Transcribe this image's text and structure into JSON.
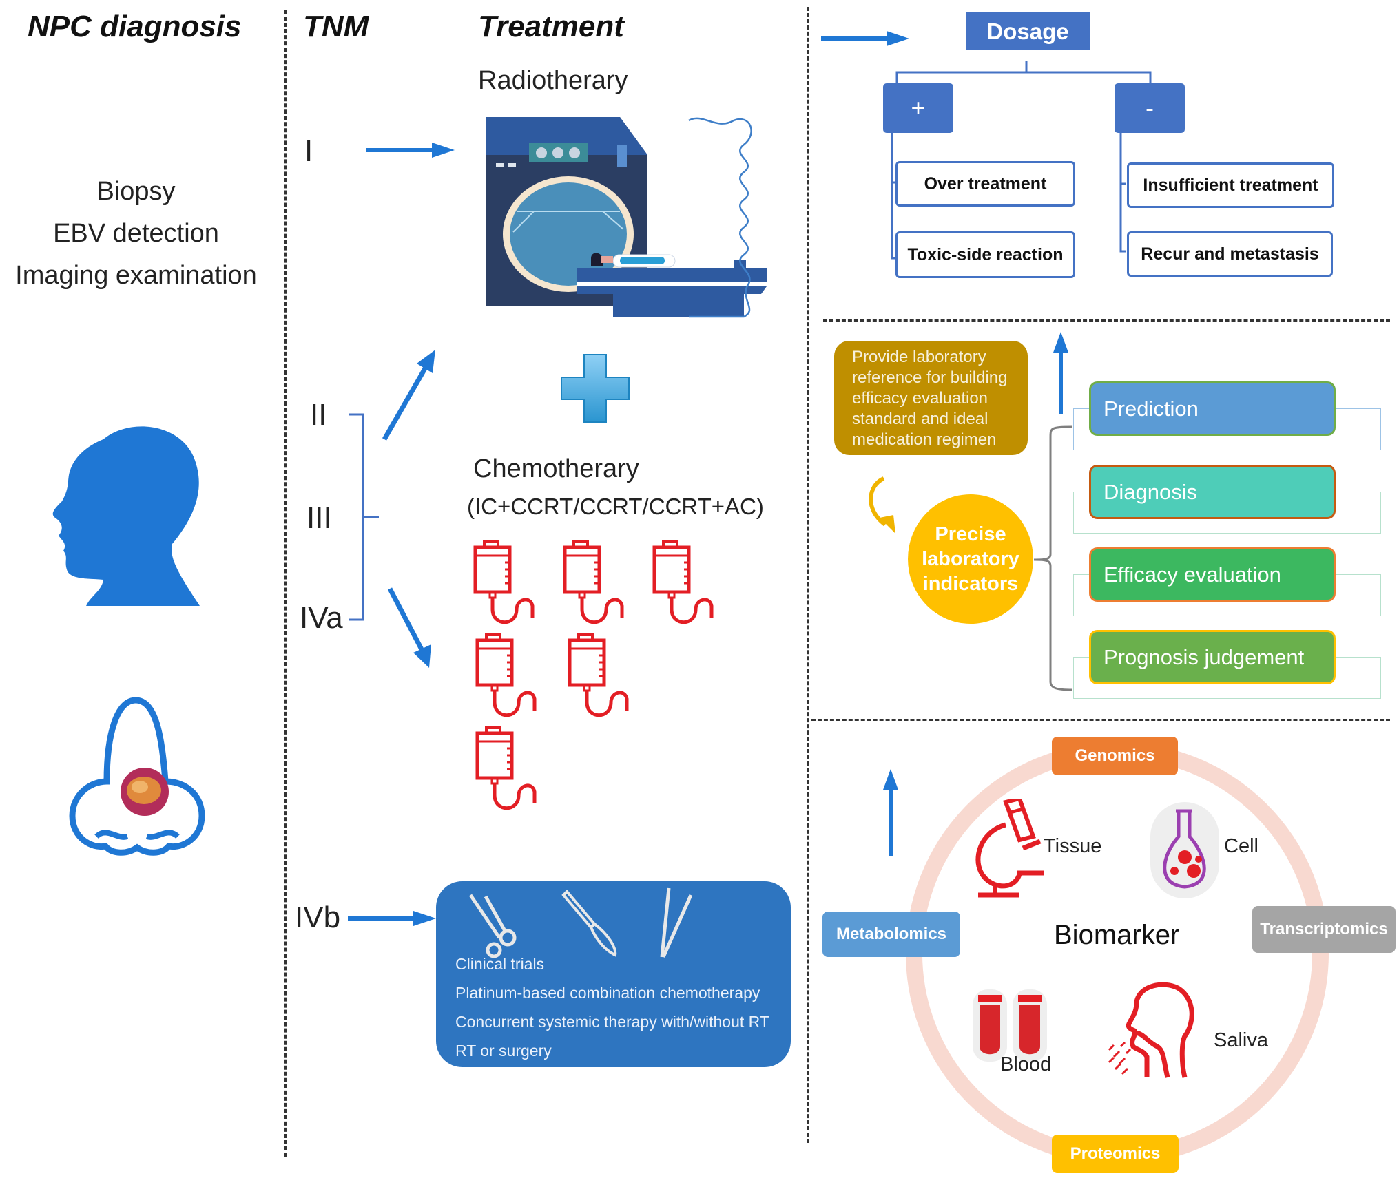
{
  "headers": {
    "npc_diagnosis": "NPC diagnosis",
    "tnm": "TNM",
    "treatment": "Treatment"
  },
  "diagnosis": {
    "methods": [
      "Biopsy",
      "EBV detection",
      "Imaging examination"
    ],
    "icons": [
      "head-silhouette-icon",
      "nose-tumor-icon"
    ]
  },
  "tnm_stages": {
    "I": "I",
    "II": "II",
    "III": "III",
    "IVa": "IVa",
    "IVb": "IVb"
  },
  "treatment": {
    "radiotherapy_label": "Radiotherary",
    "plus_icon": "plus-icon",
    "chemotherapy_label": "Chemotherary",
    "chemotherapy_regimen": "(IC+CCRT/CCRT/CCRT+AC)",
    "iv_bag_count": 6,
    "ivb_box": {
      "icons": [
        "scissors-icon",
        "scalpel-icon",
        "tweezers-icon"
      ],
      "lines": [
        "Clinical trials",
        "Platinum-based combination chemotherapy",
        "Concurrent systemic therapy with/without RT",
        "RT or surgery"
      ]
    }
  },
  "dosage": {
    "title": "Dosage",
    "plus": {
      "symbol": "+",
      "outcomes": [
        "Over treatment",
        "Toxic-side reaction"
      ]
    },
    "minus": {
      "symbol": "-",
      "outcomes": [
        "Insufficient treatment",
        "Recur and metastasis"
      ]
    }
  },
  "laboratory": {
    "reference_box": "Provide laboratory reference for building efficacy evaluation standard and ideal medication regimen",
    "center_label": "Precise laboratory indicators",
    "applications": [
      {
        "label": "Prediction",
        "color": "#5b9bd5",
        "border": "#70ad47"
      },
      {
        "label": "Diagnosis",
        "color": "#4ecdb8",
        "border": "#c55a11"
      },
      {
        "label": "Efficacy evaluation",
        "color": "#3cb860",
        "border": "#ed7d31"
      },
      {
        "label": "Prognosis judgement",
        "color": "#6ab04c",
        "border": "#ffc000"
      }
    ],
    "colors": {
      "reference_box": "#bf8f00",
      "center": "#ffc000"
    }
  },
  "biomarker": {
    "center_label": "Biomarker",
    "omics": [
      {
        "label": "Genomics",
        "color": "#ed7d31"
      },
      {
        "label": "Transcriptomics",
        "color": "#a5a5a5"
      },
      {
        "label": "Proteomics",
        "color": "#ffc000"
      },
      {
        "label": "Metabolomics",
        "color": "#5b9bd5"
      }
    ],
    "samples": [
      "Tissue",
      "Cell",
      "Blood",
      "Saliva"
    ]
  }
}
